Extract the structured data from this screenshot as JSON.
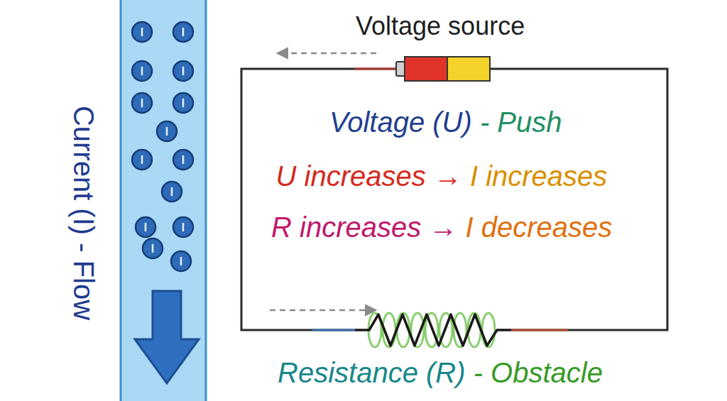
{
  "diagram": {
    "labels": [
      "Current (I) - Flow",
      "Voltage source",
      "Voltage (U) - Push",
      "U increases → I increases",
      "R increases → I decreases",
      "Resistance (R) - Obstacle"
    ]
  }
}
